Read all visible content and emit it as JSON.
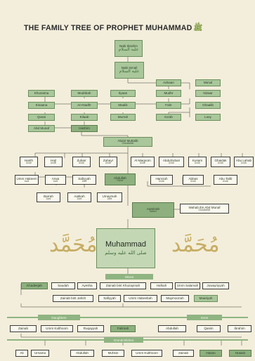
{
  "title": "THE FAMILY TREE OF PROPHET MUHAMMAD",
  "title_honorific": "ﷺ",
  "calligraphy": "مُحَمَّد",
  "colors": {
    "green": "#a9c79a",
    "dark_green": "#8db07e",
    "band": "#8fb482",
    "background": "#f3eedb",
    "gold": "#c7ad64"
  },
  "ancestors": {
    "ibrahim": {
      "name": "Nabi Ibrahim",
      "ar": "عليه السلام"
    },
    "ismail": {
      "name": "Nabi Ismail",
      "ar": "عليه السلام"
    },
    "adnaan": "Adnaan",
    "maad": "Ma'ad",
    "nizaar": "Nizaar",
    "mudhr": "Mudhr",
    "ilyaas": "Ilyaas",
    "mudrikah": "Mudrikah",
    "khuzaima": "Khuzaima",
    "kinaana": "Kinaana",
    "an_nadhr": "An-Nadhr",
    "maalik": "Maalik",
    "fahr": "Fahr",
    "ghaalib": "Ghaalib",
    "loey": "Loey",
    "kaab": "Ka'ab",
    "murrah": "Murrah",
    "kilaab": "Kilaab",
    "qusai": "Qusai",
    "abd_munaf": "Abd Munaf",
    "hashim": "Hashim",
    "abdul_muttalib": {
      "name": "Abdul Muttalib",
      "role": "Grandfather"
    }
  },
  "uncles_row": [
    {
      "name": "Harith",
      "role": "Uncle"
    },
    {
      "name": "Hajl",
      "role": "Uncle"
    },
    {
      "name": "Zubair",
      "role": "Uncle"
    },
    {
      "name": "Zubayr",
      "role": "Uncle"
    },
    {
      "name": "Al-Maqoom",
      "role": "Uncle"
    },
    {
      "name": "Abdulzubair",
      "role": "Uncle"
    },
    {
      "name": "Kusam",
      "role": "Uncle"
    },
    {
      "name": "Ghaidak",
      "role": "Uncle"
    },
    {
      "name": "Abu Lahab",
      "role": "Uncle"
    }
  ],
  "second_row": [
    {
      "name": "Umm Hakeem",
      "role": "Aunt"
    },
    {
      "name": "Arwa",
      "role": "Aunt"
    },
    {
      "name": "Safiyyah",
      "role": "Aunt"
    }
  ],
  "abdullah": {
    "name": "Abdullah",
    "role": "Father"
  },
  "second_row_right": [
    {
      "name": "Hamzah",
      "role": "Uncle"
    },
    {
      "name": "Abbas",
      "role": "Uncle"
    },
    {
      "name": "Abu Talib",
      "role": "Uncle"
    }
  ],
  "third_row": [
    {
      "name": "Barrah",
      "role": "Aunt"
    },
    {
      "name": "Aatikah",
      "role": "Aunt"
    },
    {
      "name": "Umaymah",
      "role": "Aunt"
    }
  ],
  "aaminah": {
    "name": "Aaminah",
    "role": "Mother"
  },
  "wahab": {
    "name": "Wahab ibn Abd Munaf",
    "role": "Grandfather"
  },
  "muhammad": {
    "name": "Muhammad",
    "ar": "صلى الله عليه وسلم"
  },
  "labels": {
    "wives": "Wives",
    "daughters": "Daughters",
    "sons": "Sons",
    "grandchildren": "Grandchildren"
  },
  "wives_row1": [
    "Khadeejah",
    "Saudah",
    "Ayesha",
    "Zainab bint Khuzaymah",
    "Hafsah",
    "Umm Salamah",
    "Juwayriyyah"
  ],
  "wives_row2": [
    "Zainab bint Jahsh",
    "Safiyyah",
    "Umm Habeebah",
    "Maymoonah",
    "Maariyah"
  ],
  "daughters": [
    "Zainab",
    "Umm Kulthoom",
    "Ruqayyah",
    "Fatimah"
  ],
  "sons": [
    "Abdullah",
    "Qasim",
    "Ibrahim"
  ],
  "grandchildren": [
    "Ali",
    "Umama",
    "Abdullah",
    "Muhsin",
    "Umm Kulthoom",
    "Zainab",
    "Hasan",
    "Husain"
  ]
}
